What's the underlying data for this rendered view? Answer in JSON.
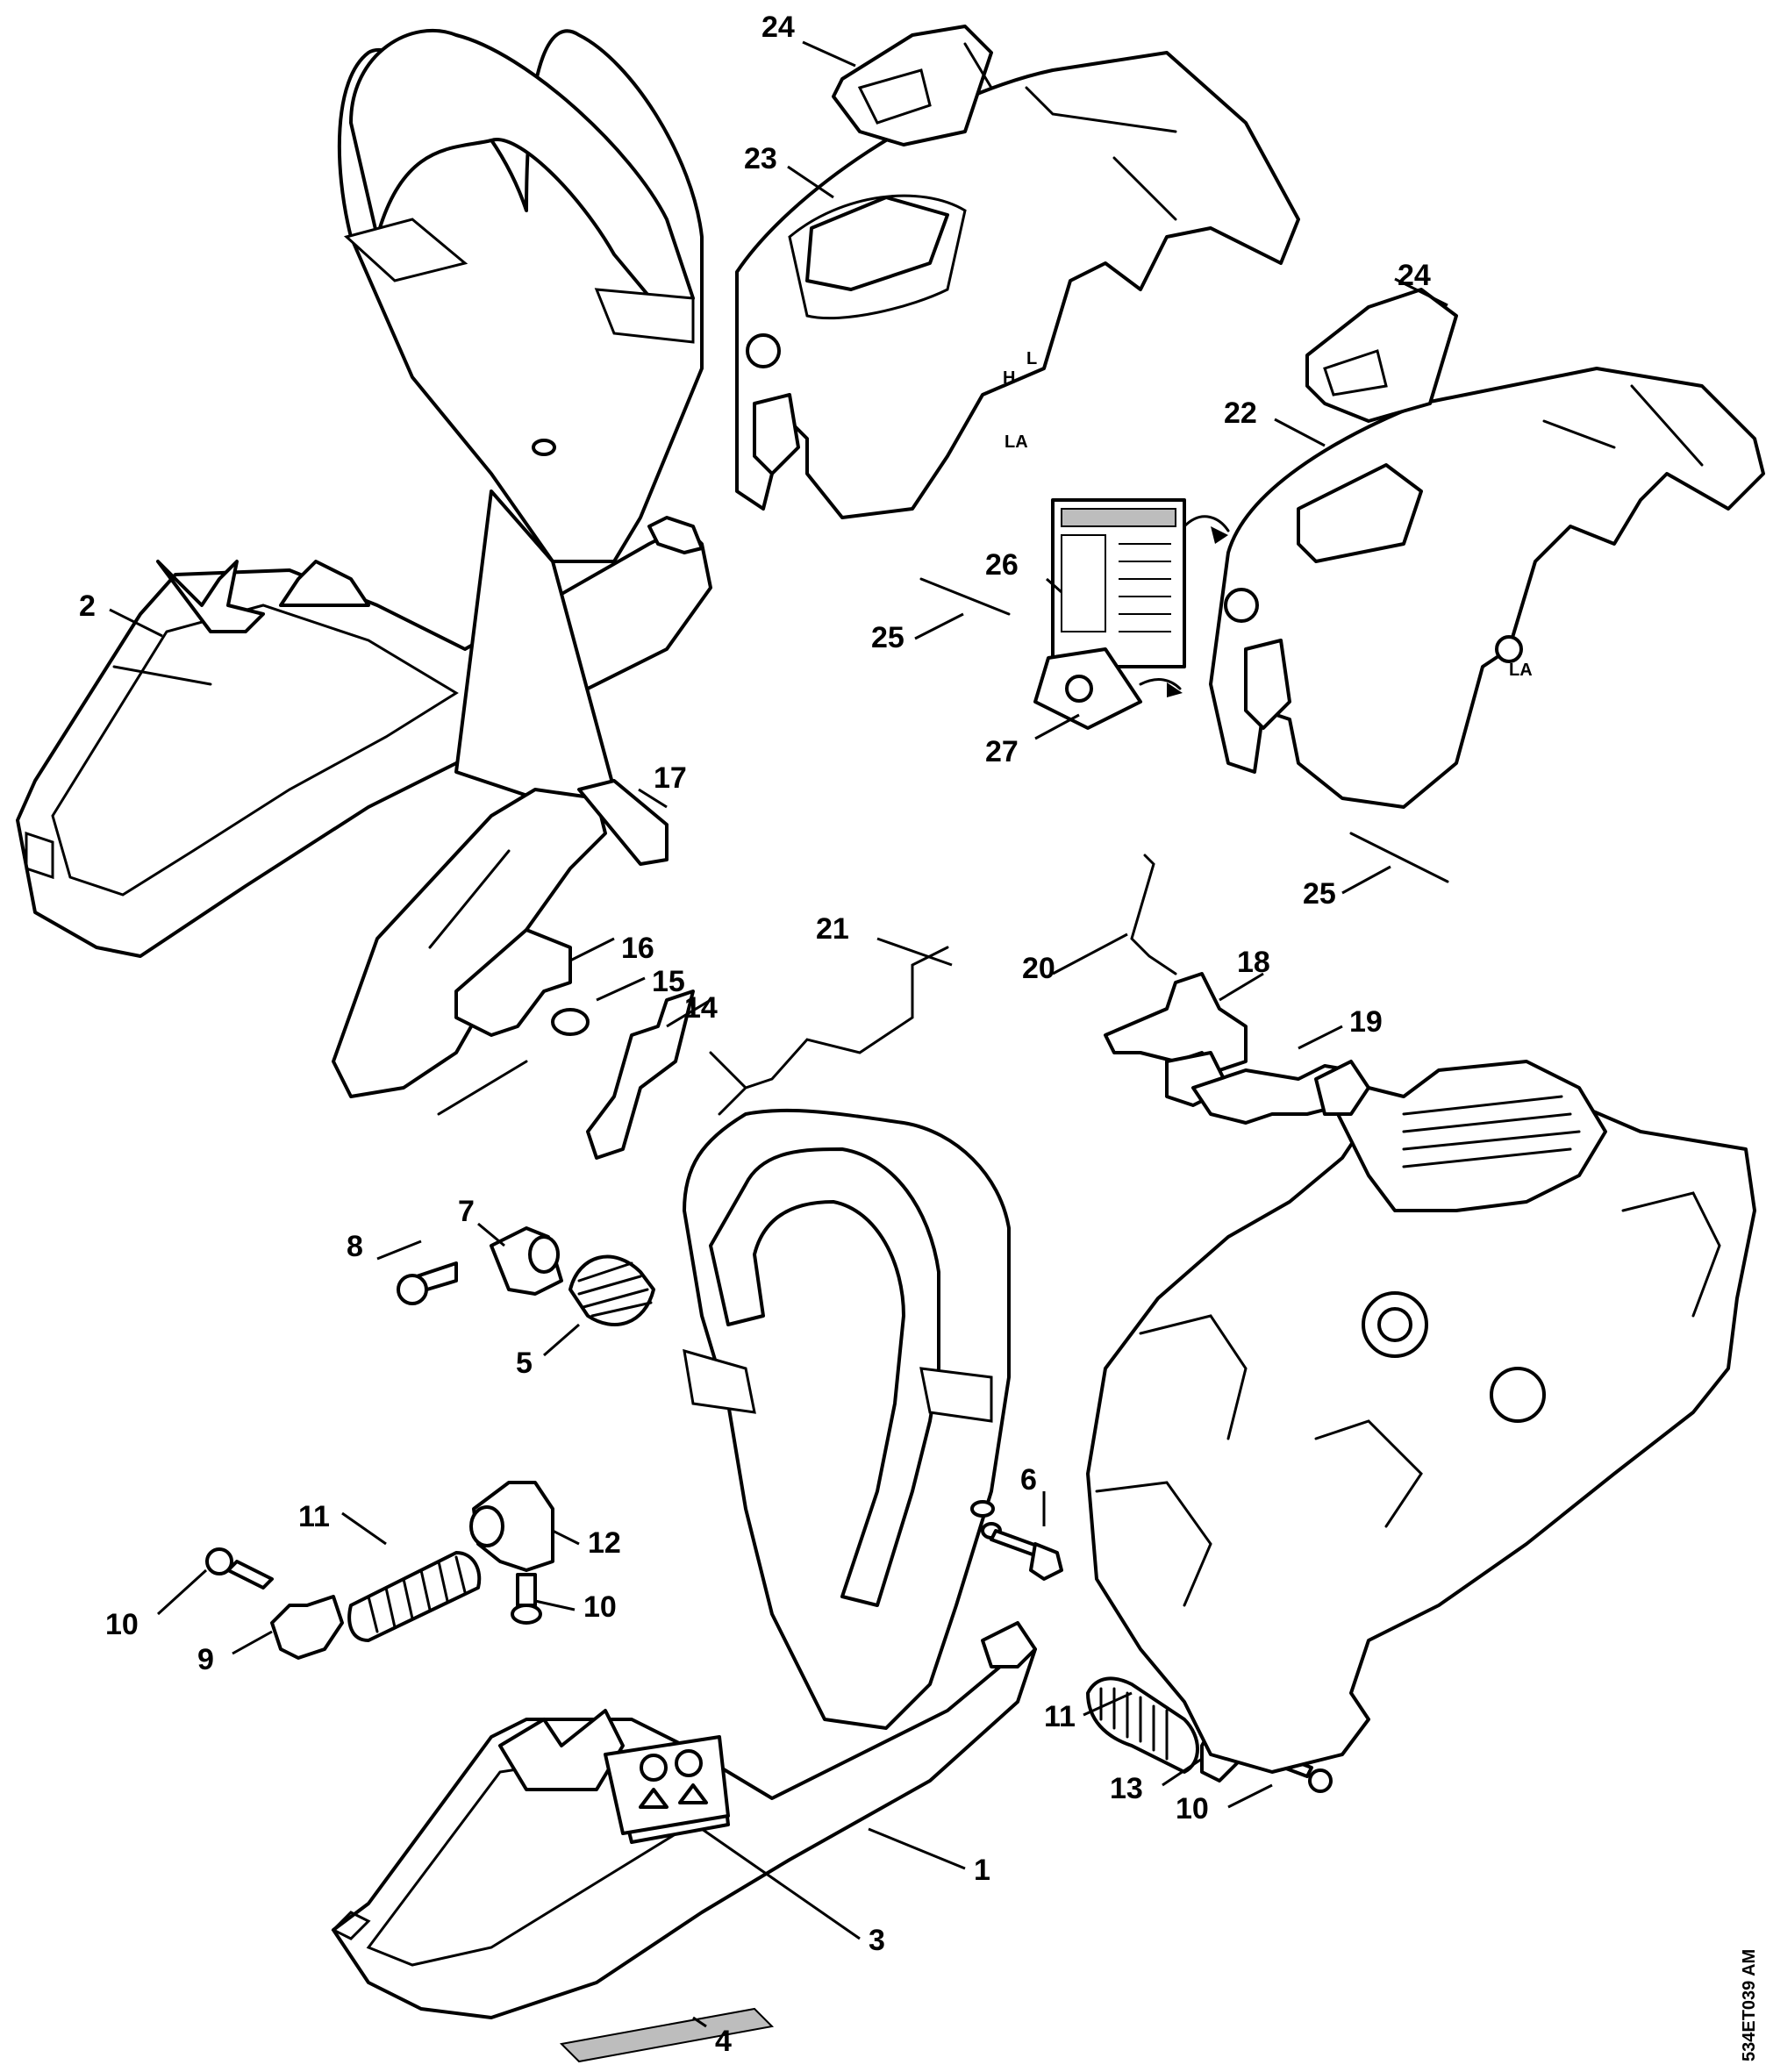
{
  "callouts": {
    "c1": "1",
    "c2": "2",
    "c3": "3",
    "c4": "4",
    "c5": "5",
    "c6": "6",
    "c7": "7",
    "c8": "8",
    "c9": "9",
    "c10a": "10",
    "c10b": "10",
    "c10c": "10",
    "c11a": "11",
    "c11b": "11",
    "c12": "12",
    "c13": "13",
    "c14": "14",
    "c15": "15",
    "c16": "16",
    "c17": "17",
    "c18": "18",
    "c19": "19",
    "c20": "20",
    "c21": "21",
    "c22": "22",
    "c23": "23",
    "c24a": "24",
    "c24b": "24",
    "c25a": "25",
    "c25b": "25",
    "c26": "26",
    "c27": "27"
  },
  "cover_marks": {
    "h": "H",
    "l": "L",
    "la": "LA"
  },
  "drawing_code": "534ET039 AM"
}
